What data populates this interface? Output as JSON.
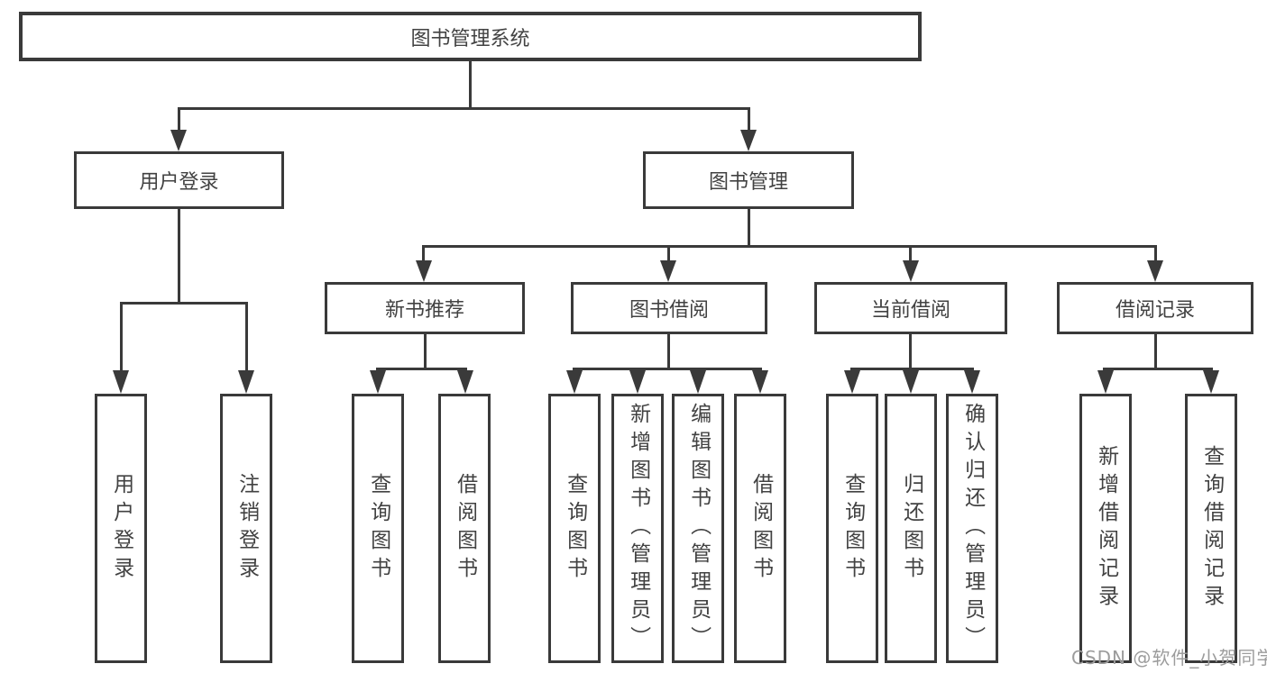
{
  "nodes": {
    "root": "图书管理系统",
    "level2": {
      "user_login": "用户登录",
      "book_mgmt": "图书管理"
    },
    "level3": {
      "new_books": "新书推荐",
      "book_borrow": "图书借阅",
      "current_borrow": "当前借阅",
      "borrow_records": "借阅记录"
    },
    "leaves": {
      "user_login": [
        "用户登录",
        "注销登录"
      ],
      "new_books": [
        "查询图书",
        "借阅图书"
      ],
      "book_borrow": [
        "查询图书",
        "新增图书（管理员）",
        "编辑图书（管理员）",
        "借阅图书"
      ],
      "current_borrow": [
        "查询图书",
        "归还图书",
        "确认归还（管理员）"
      ],
      "borrow_records": [
        "新增借阅记录",
        "查询借阅记录"
      ]
    }
  },
  "watermark": "CSDN @软件_小贺同学",
  "colors": {
    "line": "#3a3a3a",
    "text": "#424242",
    "watermark": "#9c9c9c",
    "background": "#ffffff"
  }
}
